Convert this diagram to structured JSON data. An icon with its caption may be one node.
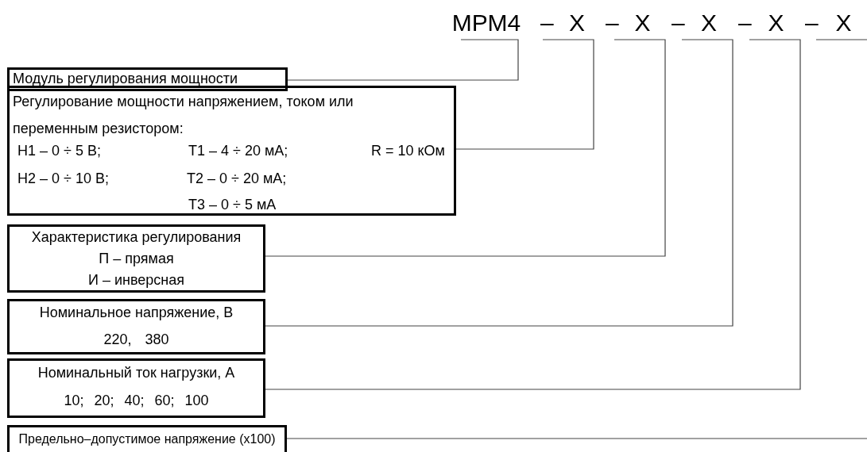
{
  "diagram": {
    "nodes": [
      {
        "text": [
          "МРМ4"
        ]
      },
      {
        "text": [
          "X"
        ]
      },
      {
        "text": [
          "X"
        ]
      },
      {
        "text": [
          "X"
        ]
      },
      {
        "text": [
          "X"
        ]
      },
      {
        "text": [
          "X"
        ]
      },
      {
        "text": [
          "Модуль регулирования мощности"
        ]
      },
      {
        "text": [
          "Регулирование мощности напряжением, током или переменным резистором:",
          "Н1 – 0 ÷ 5 В;",
          "Т1 – 4 ÷ 20 мА;",
          "R = 10 кОм",
          "Н2 – 0 ÷ 10 В;",
          "Т2 – 0 ÷ 20 мА;",
          "Т3 – 0 ÷ 5 мА"
        ]
      },
      {
        "text": [
          "Характеристика регулирования",
          "П – прямая",
          "И – инверсная"
        ]
      },
      {
        "text": [
          "Номинальное напряжение, В",
          "220, 380"
        ]
      },
      {
        "text": [
          "Номинальный ток нагрузки, А",
          "10; 20; 40; 60; 100"
        ]
      },
      {
        "text": [
          "Предельно–допустимое напряжение (x100)"
        ]
      }
    ],
    "edges": [
      {
        "from": 6,
        "to": 0,
        "arrow": "none"
      },
      {
        "from": 7,
        "to": 1,
        "arrow": "none"
      },
      {
        "from": 8,
        "to": 2,
        "arrow": "none"
      },
      {
        "from": 9,
        "to": 3,
        "arrow": "none"
      },
      {
        "from": 10,
        "to": 4,
        "arrow": "none"
      },
      {
        "from": 11,
        "to": 5,
        "arrow": "none"
      }
    ],
    "labels": [
      "–",
      "–",
      "–",
      "–",
      "–"
    ]
  }
}
